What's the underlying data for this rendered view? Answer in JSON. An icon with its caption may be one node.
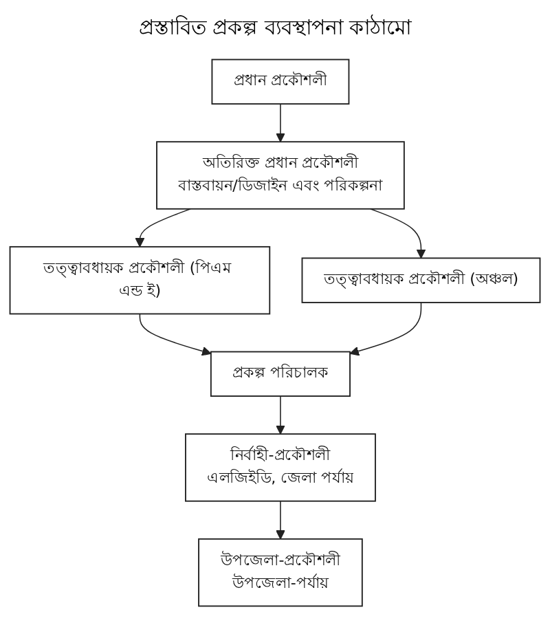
{
  "diagram": {
    "title": "প্রস্তাবিত প্রকল্প ব্যবস্থাপনা কাঠামো",
    "nodes": [
      {
        "text": [
          "প্রধান প্রকৌশলী"
        ]
      },
      {
        "text": [
          "অতিরিক্ত প্রধান প্রকৌশলী",
          "বাস্তবায়ন/ডিজাইন এবং পরিকল্পনা"
        ]
      },
      {
        "text": [
          "তত্ত্বাবধায়ক প্রকৌশলী (পিএম এন্ড ই)"
        ]
      },
      {
        "text": [
          "তত্ত্বাবধায়ক প্রকৌশলী (অঞ্চল)"
        ]
      },
      {
        "text": [
          "প্রকল্প পরিচালক"
        ]
      },
      {
        "text": [
          "নির্বাহী-প্রকৌশলী",
          "এলজিইডি, জেলা পর্যায়"
        ]
      },
      {
        "text": [
          "উপজেলা-প্রকৌশলী",
          "উপজেলা-পর্যায়"
        ]
      }
    ],
    "edges": [
      {
        "from": 0,
        "to": 1,
        "arrow": "to"
      },
      {
        "from": 1,
        "to": 2,
        "arrow": "to"
      },
      {
        "from": 1,
        "to": 3,
        "arrow": "to"
      },
      {
        "from": 2,
        "to": 4,
        "arrow": "to"
      },
      {
        "from": 3,
        "to": 4,
        "arrow": "to"
      },
      {
        "from": 4,
        "to": 5,
        "arrow": "to"
      },
      {
        "from": 5,
        "to": 6,
        "arrow": "to"
      }
    ]
  }
}
